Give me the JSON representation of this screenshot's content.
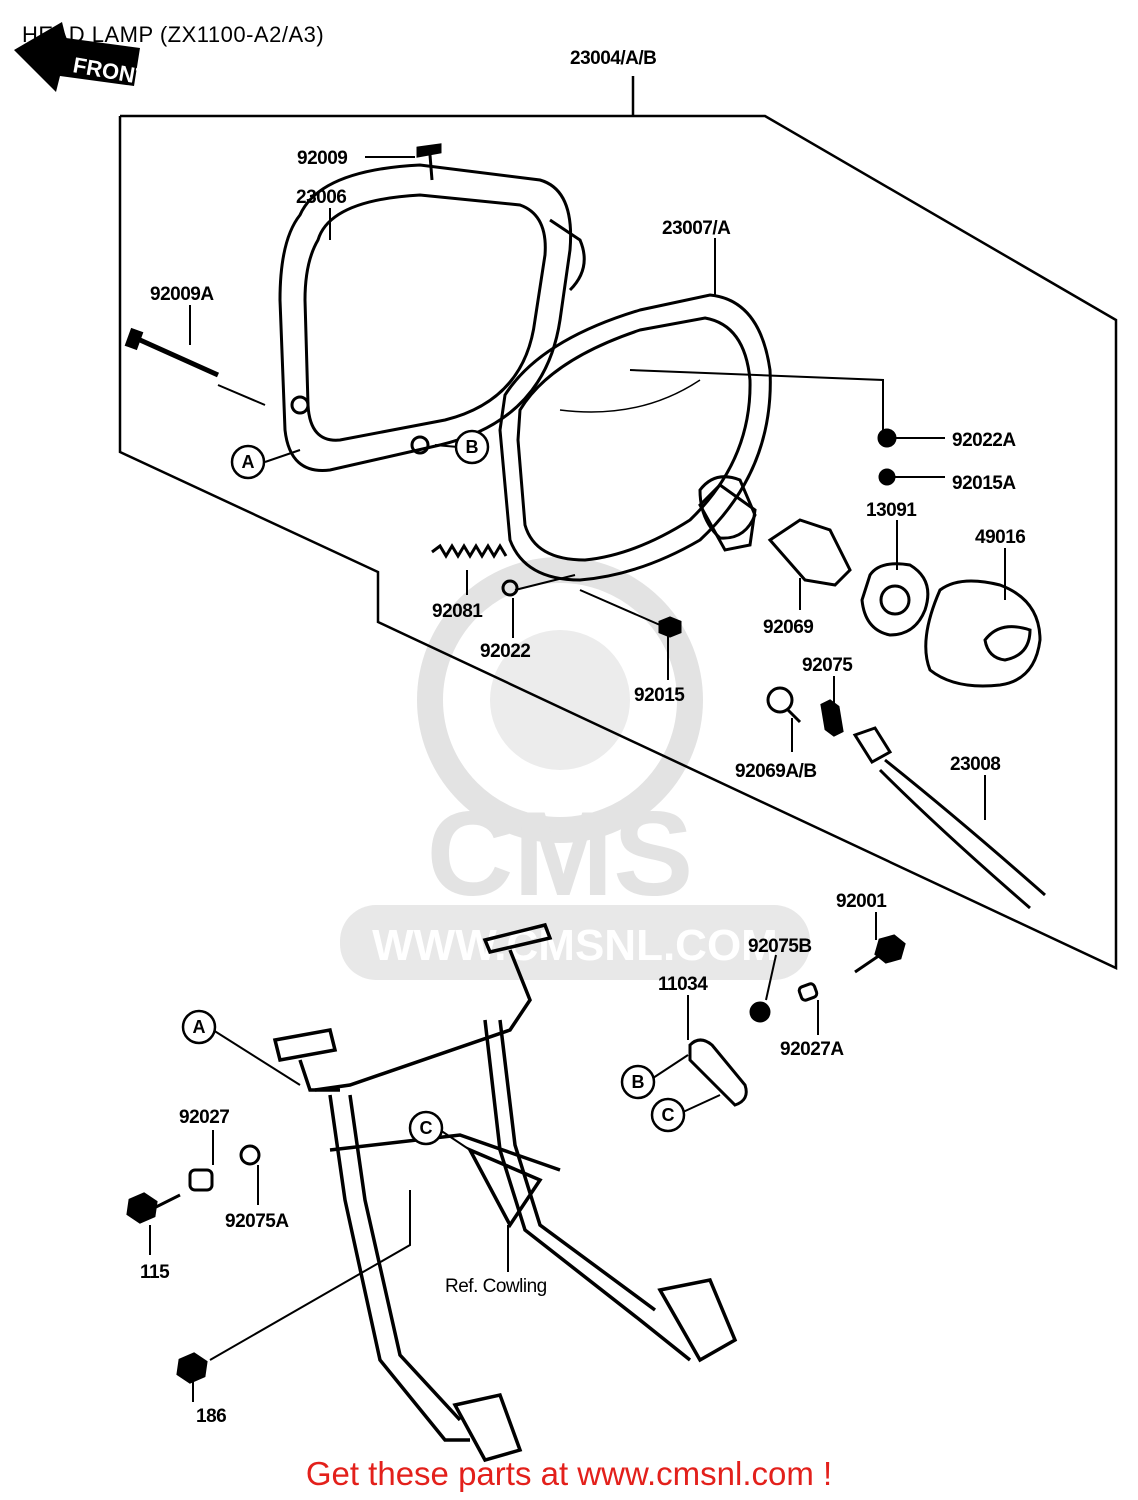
{
  "title": "HEAD LAMP (ZX1100-A2/A3)",
  "call_to_action": "Get these parts at www.cmsnl.com !",
  "front_arrow_label": "FRONT",
  "watermark": {
    "brand": "CMS",
    "url": "WWW.CMSNL.COM"
  },
  "colors": {
    "cta": "#e3201b",
    "line": "#000000",
    "watermark": "#e6e6e6"
  },
  "parts": [
    {
      "id": "p23004",
      "label": "23004/A/B"
    },
    {
      "id": "p92009",
      "label": "92009"
    },
    {
      "id": "p23006",
      "label": "23006"
    },
    {
      "id": "p23007",
      "label": "23007/A"
    },
    {
      "id": "p92009A",
      "label": "92009A"
    },
    {
      "id": "p92022A",
      "label": "92022A"
    },
    {
      "id": "p92015A",
      "label": "92015A"
    },
    {
      "id": "p13091",
      "label": "13091"
    },
    {
      "id": "p49016",
      "label": "49016"
    },
    {
      "id": "p92081",
      "label": "92081"
    },
    {
      "id": "p92022",
      "label": "92022"
    },
    {
      "id": "p92015",
      "label": "92015"
    },
    {
      "id": "p92069",
      "label": "92069"
    },
    {
      "id": "p92075",
      "label": "92075"
    },
    {
      "id": "p92069AB",
      "label": "92069A/B"
    },
    {
      "id": "p23008",
      "label": "23008"
    },
    {
      "id": "p92001",
      "label": "92001"
    },
    {
      "id": "p92075B",
      "label": "92075B"
    },
    {
      "id": "p11034",
      "label": "11034"
    },
    {
      "id": "p92027A",
      "label": "92027A"
    },
    {
      "id": "p92027",
      "label": "92027"
    },
    {
      "id": "p92075A",
      "label": "92075A"
    },
    {
      "id": "p115",
      "label": "115"
    },
    {
      "id": "p186",
      "label": "186"
    },
    {
      "id": "pCowling",
      "label": "Ref. Cowling"
    }
  ],
  "reference_markers": [
    {
      "id": "refA1",
      "label": "A"
    },
    {
      "id": "refB1",
      "label": "B"
    },
    {
      "id": "refA2",
      "label": "A"
    },
    {
      "id": "refB2",
      "label": "B"
    },
    {
      "id": "refC1",
      "label": "C"
    },
    {
      "id": "refC2",
      "label": "C"
    }
  ]
}
